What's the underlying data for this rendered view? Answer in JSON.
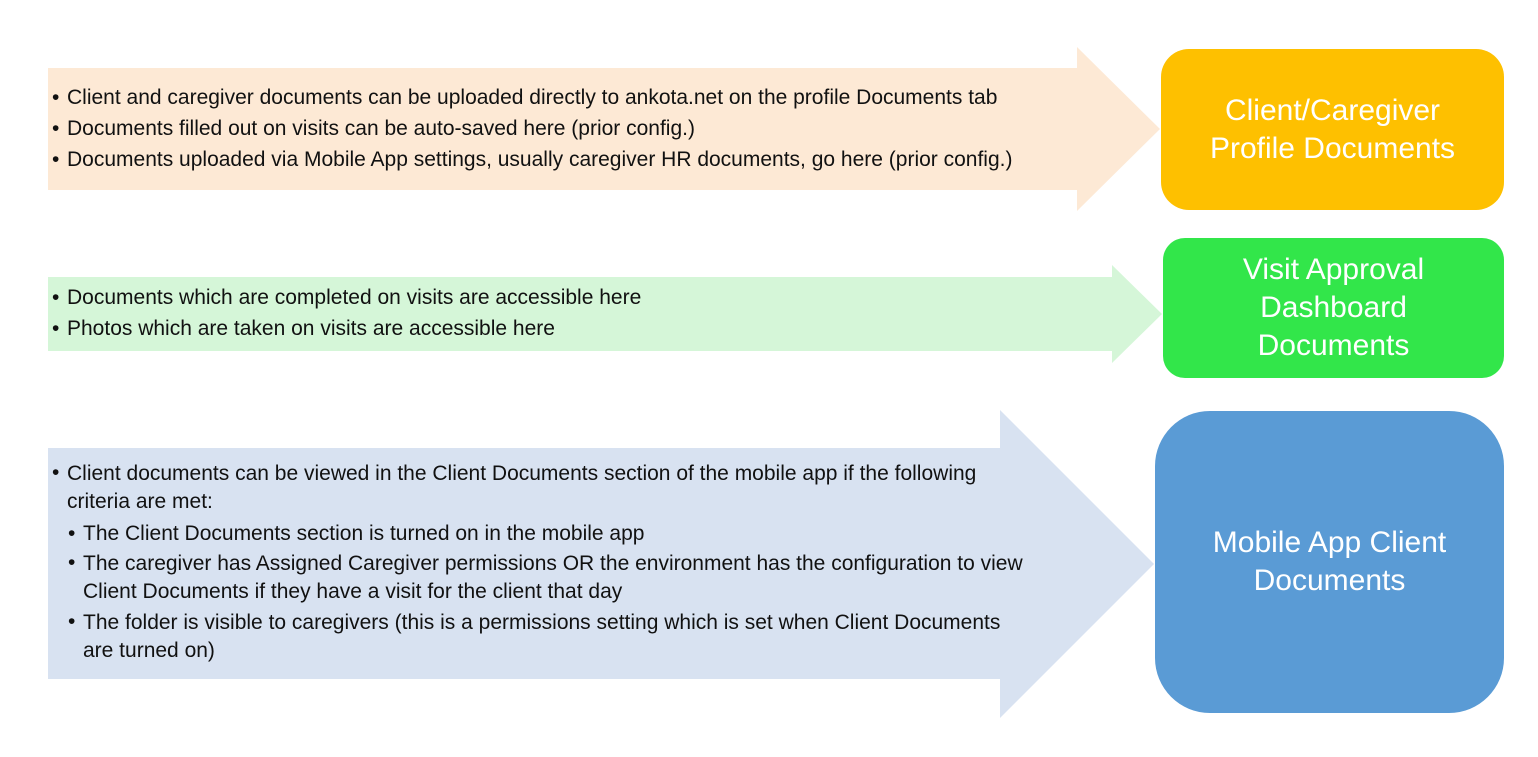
{
  "rows": [
    {
      "id": "profile",
      "bullets": [
        {
          "text": "Client and caregiver documents can be uploaded directly to ankota.net on the profile Documents tab",
          "level": 1
        },
        {
          "text": "Documents filled out on visits can be auto-saved here (prior config.)",
          "level": 1
        },
        {
          "text": "Documents uploaded via Mobile App settings, usually caregiver HR documents, go here (prior config.)",
          "level": 1
        }
      ],
      "box_label": "Client/Caregiver Profile Documents",
      "arrow_color": "#fde9d5",
      "box_color": "#fec000"
    },
    {
      "id": "visit",
      "bullets": [
        {
          "text": "Documents which are completed on visits are accessible here",
          "level": 1
        },
        {
          "text": "Photos which are taken on visits are accessible here",
          "level": 1
        }
      ],
      "box_label": "Visit Approval Dashboard Documents",
      "arrow_color": "#d5f6d8",
      "box_color": "#32e64a"
    },
    {
      "id": "mobile",
      "bullets": [
        {
          "text": "Client documents can be viewed in the Client Documents section of the mobile app if the following criteria are met:",
          "level": 1
        },
        {
          "text": "The Client Documents section is turned on in the mobile app",
          "level": 2
        },
        {
          "text": "The caregiver has Assigned Caregiver permissions OR the environment has the configuration to view Client Documents if they have a visit for the client that day",
          "level": 2
        },
        {
          "text": "The folder is visible to caregivers (this is a permissions setting which is set when Client Documents are turned on)",
          "level": 2
        }
      ],
      "box_label": "Mobile App Client Documents",
      "arrow_color": "#d8e2f1",
      "box_color": "#5a9bd5"
    }
  ]
}
